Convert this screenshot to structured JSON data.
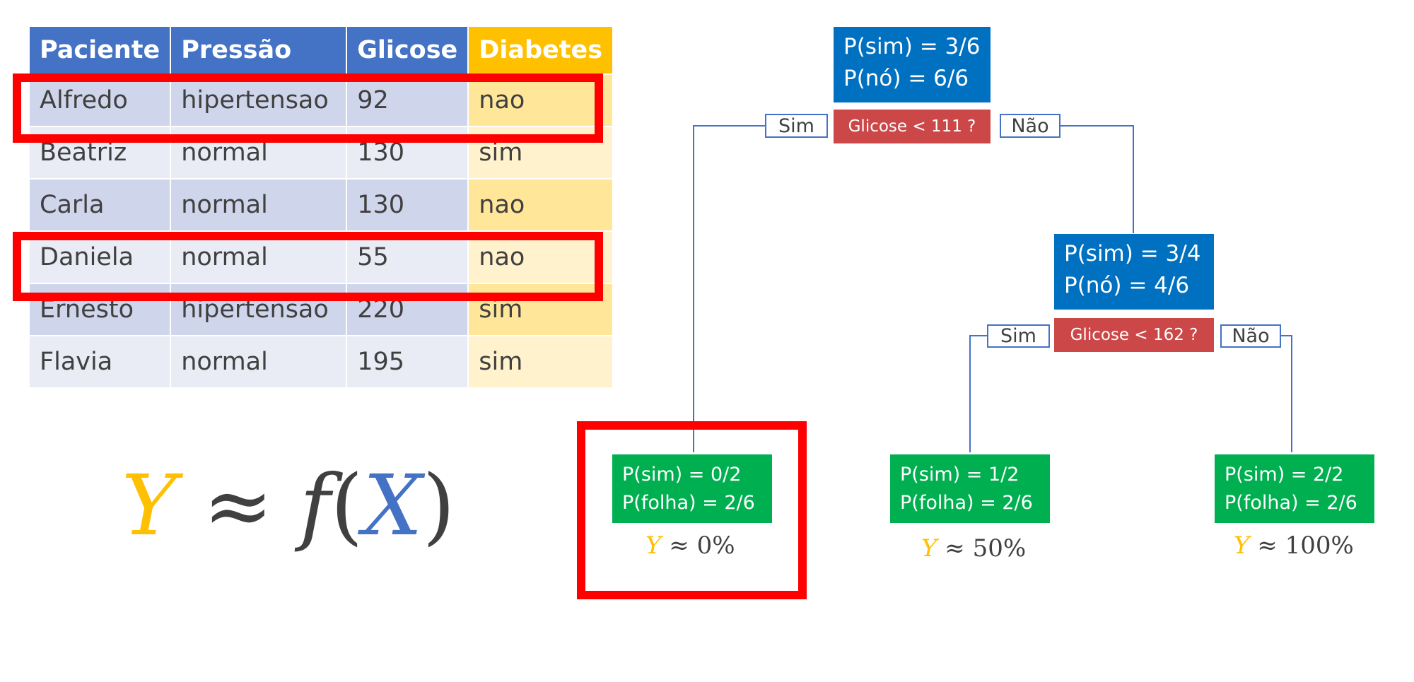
{
  "table": {
    "headers": [
      "Paciente",
      "Pressão",
      "Glicose",
      "Diabetes"
    ],
    "rows": [
      [
        "Alfredo",
        "hipertensao",
        "92",
        "nao"
      ],
      [
        "Beatriz",
        "normal",
        "130",
        "sim"
      ],
      [
        "Carla",
        "normal",
        "130",
        "nao"
      ],
      [
        "Daniela",
        "normal",
        "55",
        "nao"
      ],
      [
        "Ernesto",
        "hipertensao",
        "220",
        "sim"
      ],
      [
        "Flavia",
        "normal",
        "195",
        "sim"
      ]
    ]
  },
  "formula": {
    "y": "Y",
    "approx": "≈",
    "f": "f",
    "open": "(",
    "x": "X",
    "close": ")"
  },
  "tree": {
    "root": {
      "p_sim": "P(sim) = 3/6",
      "p_no": "P(nó) = 6/6",
      "condition": "Glicose < 111 ?",
      "yes_label": "Sim",
      "no_label": "Não"
    },
    "node2": {
      "p_sim": "P(sim) = 3/4",
      "p_no": "P(nó) = 4/6",
      "condition": "Glicose < 162 ?",
      "yes_label": "Sim",
      "no_label": "Não"
    },
    "leaves": [
      {
        "p_sim": "P(sim) = 0/2",
        "p_folha": "P(folha) = 2/6",
        "y": "Y",
        "approx": "≈",
        "value": "0%"
      },
      {
        "p_sim": "P(sim) = 1/2",
        "p_folha": "P(folha) = 2/6",
        "y": "Y",
        "approx": "≈",
        "value": "50%"
      },
      {
        "p_sim": "P(sim) = 2/2",
        "p_folha": "P(folha) = 2/6",
        "y": "Y",
        "approx": "≈",
        "value": "100%"
      }
    ]
  },
  "colors": {
    "header": "#4472c4",
    "target_header": "#ffc000",
    "highlight": "#ff0000",
    "node": "#0070c0",
    "leaf": "#00b050",
    "condition": "#cc4748",
    "edge": "#4472c4"
  }
}
